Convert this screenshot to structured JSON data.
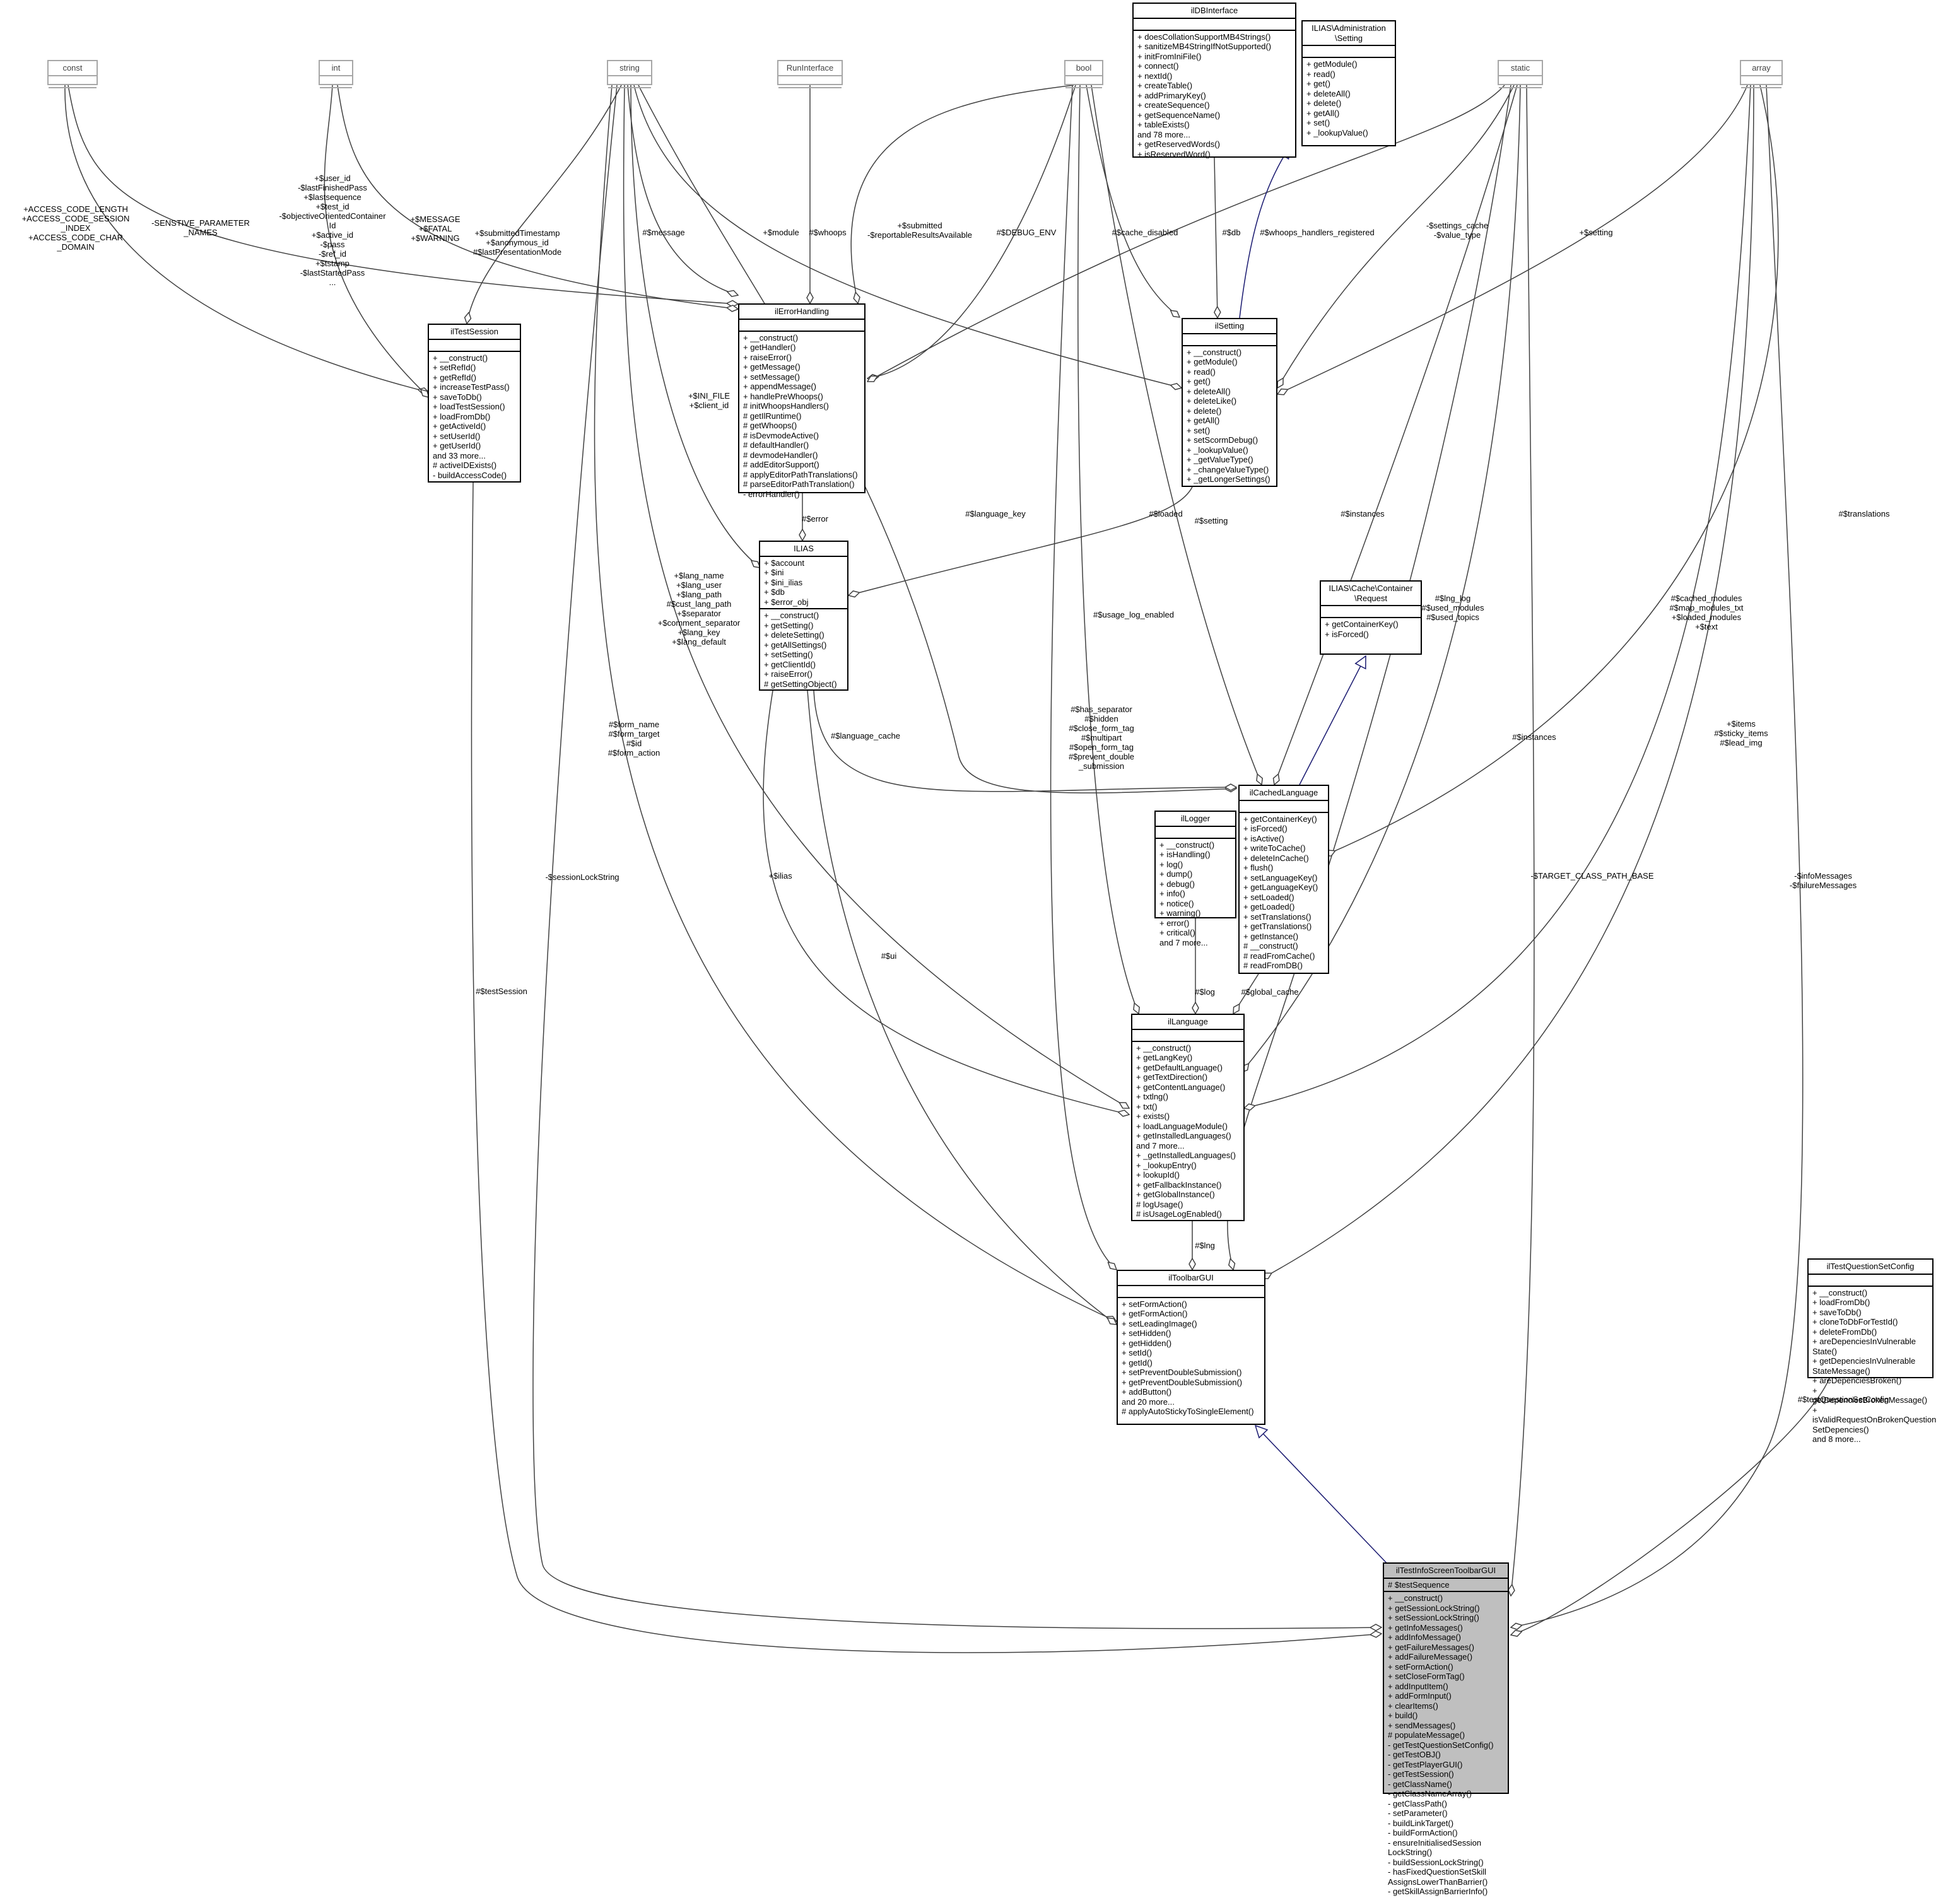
{
  "classes": {
    "const": {
      "title": "const",
      "attrs": "",
      "methods": ""
    },
    "int": {
      "title": "int",
      "attrs": "",
      "methods": ""
    },
    "string": {
      "title": "string",
      "attrs": "",
      "methods": ""
    },
    "runinterface": {
      "title": "RunInterface",
      "attrs": "",
      "methods": ""
    },
    "bool": {
      "title": "bool",
      "attrs": "",
      "methods": ""
    },
    "static": {
      "title": "static",
      "attrs": "",
      "methods": ""
    },
    "array": {
      "title": "array",
      "attrs": "",
      "methods": ""
    },
    "ildbinterface": {
      "title": "ilDBInterface",
      "attrs": "",
      "methods": "+ doesCollationSupportMB4Strings()\n+ sanitizeMB4StringIfNotSupported()\n+ initFromIniFile()\n+ connect()\n+ nextId()\n+ createTable()\n+ addPrimaryKey()\n+ createSequence()\n+ getSequenceName()\n+ tableExists()\nand 78 more...\n+ getReservedWords()\n+ isReservedWord()"
    },
    "adminsetting": {
      "title": "ILIAS\\Administration\n\\Setting",
      "attrs": "",
      "methods": "+ getModule()\n+ read()\n+ get()\n+ deleteAll()\n+ delete()\n+ getAll()\n+ set()\n+ _lookupValue()"
    },
    "iltestsession": {
      "title": "ilTestSession",
      "attrs": "",
      "methods": "+ __construct()\n+ setRefId()\n+ getRefId()\n+ increaseTestPass()\n+ saveToDb()\n+ loadTestSession()\n+ loadFromDb()\n+ getActiveId()\n+ setUserId()\n+ getUserId()\nand 33 more...\n# activeIDExists()\n- buildAccessCode()"
    },
    "ilerrorhandling": {
      "title": "ilErrorHandling",
      "attrs": "",
      "methods": "+ __construct()\n+ getHandler()\n+ raiseError()\n+ getMessage()\n+ setMessage()\n+ appendMessage()\n+ handlePreWhoops()\n# initWhoopsHandlers()\n# getIlRuntime()\n# getWhoops()\n# isDevmodeActive()\n# defaultHandler()\n# devmodeHandler()\n# addEditorSupport()\n# applyEditorPathTranslations()\n# parseEditorPathTranslation()\n- errorHandler()"
    },
    "ilsetting": {
      "title": "ilSetting",
      "attrs": "",
      "methods": "+ __construct()\n+ getModule()\n+ read()\n+ get()\n+ deleteAll()\n+ deleteLike()\n+ delete()\n+ getAll()\n+ set()\n+ setScormDebug()\n+ _lookupValue()\n+ _getValueType()\n+ _changeValueType()\n+ _getLongerSettings()"
    },
    "ilias": {
      "title": "ILIAS",
      "attrs": "+ $account\n+ $ini\n+ $ini_ilias\n+ $db\n+ $error_obj",
      "methods": "+ __construct()\n+ getSetting()\n+ deleteSetting()\n+ getAllSettings()\n+ setSetting()\n+ getClientId()\n+ raiseError()\n# getSettingObject()"
    },
    "cacherequest": {
      "title": "ILIAS\\Cache\\Container\n\\Request",
      "attrs": "",
      "methods": "+ getContainerKey()\n+ isForced()"
    },
    "ilcachedlanguage": {
      "title": "ilCachedLanguage",
      "attrs": "",
      "methods": "+ getContainerKey()\n+ isForced()\n+ isActive()\n+ writeToCache()\n+ deleteInCache()\n+ flush()\n+ setLanguageKey()\n+ getLanguageKey()\n+ setLoaded()\n+ getLoaded()\n+ setTranslations()\n+ getTranslations()\n+ getInstance()\n# __construct()\n# readFromCache()\n# readFromDB()"
    },
    "illogger": {
      "title": "ilLogger",
      "attrs": "",
      "methods": "+ __construct()\n+ isHandling()\n+ log()\n+ dump()\n+ debug()\n+ info()\n+ notice()\n+ warning()\n+ error()\n+ critical()\nand 7 more..."
    },
    "illanguage": {
      "title": "ilLanguage",
      "attrs": "",
      "methods": "+ __construct()\n+ getLangKey()\n+ getDefaultLanguage()\n+ getTextDirection()\n+ getContentLanguage()\n+ txtlng()\n+ txt()\n+ exists()\n+ loadLanguageModule()\n+ getInstalledLanguages()\nand 7 more...\n+ _getInstalledLanguages()\n+ _lookupEntry()\n+ lookupId()\n+ getFallbackInstance()\n+ getGlobalInstance()\n# logUsage()\n# isUsageLogEnabled()"
    },
    "iltoolbargui": {
      "title": "ilToolbarGUI",
      "attrs": "",
      "methods": "+ setFormAction()\n+ getFormAction()\n+ setLeadingImage()\n+ setHidden()\n+ getHidden()\n+ setId()\n+ getId()\n+ setPreventDoubleSubmission()\n+ getPreventDoubleSubmission()\n+ addButton()\nand 20 more...\n# applyAutoStickyToSingleElement()"
    },
    "iltestquestionsetconfig": {
      "title": "ilTestQuestionSetConfig",
      "attrs": "",
      "methods": "+ __construct()\n+ loadFromDb()\n+ saveToDb()\n+ cloneToDbForTestId()\n+ deleteFromDb()\n+ areDepenciesInVulnerable\nState()\n+ getDepenciesInVulnerable\nStateMessage()\n+ areDepenciesBroken()\n+ getDepenciesBrokenMessage()\n+ isValidRequestOnBrokenQuestion\nSetDepencies()\nand 8 more..."
    },
    "iltestinfoscreentoolbargui": {
      "title": "ilTestInfoScreenToolbarGUI",
      "attrs": "# $testSequence",
      "methods": "+ __construct()\n+ getSessionLockString()\n+ setSessionLockString()\n+ getInfoMessages()\n+ addInfoMessage()\n+ getFailureMessages()\n+ addFailureMessage()\n+ setFormAction()\n+ setCloseFormTag()\n+ addInputItem()\n+ addFormInput()\n+ clearItems()\n+ build()\n+ sendMessages()\n# populateMessage()\n- getTestQuestionSetConfig()\n- getTestOBJ()\n- getTestPlayerGUI()\n- getTestSession()\n- getClassName()\n- getClassNameArray()\n- getClassPath()\n- setParameter()\n- buildLinkTarget()\n- buildFormAction()\n- ensureInitialisedSession\nLockString()\n- buildSessionLockString()\n- hasFixedQuestionSetSkill\nAssignsLowerThanBarrier()\n- getSkillAssignBarrierInfo()"
    }
  },
  "edge_labels": {
    "const_session": "+ACCESS_CODE_LENGTH\n+ACCESS_CODE_SESSION\n_INDEX\n+ACCESS_CODE_CHAR\n_DOMAIN",
    "const_error": "-SENSTIVE_PARAMETER\n_NAMES",
    "int_session": "+$user_id\n-$lastFinishedPass\n+$lastsequence\n+$test_id\n-$objectiveOrientedContainer\nId\n+$active_id\n-$pass\n-$ref_id\n+$tstamp\n-$lastStartedPass\n...",
    "int_error": "+$MESSAGE\n+$FATAL\n+$WARNING",
    "string_session": "+$submittedTimestamp\n+$anonymous_id\n#$lastPresentationMode",
    "string_error": "#$message",
    "string_setting": "+$module",
    "string_ilias": "+$INI_FILE\n+$client_id",
    "string_language": "+$lang_name\n+$lang_user\n+$lang_path\n#$cust_lang_path\n+$separator\n+$comment_separator\n+$lang_key\n+$lang_default",
    "string_toolbar": "#$form_name\n#$form_target\n#$id\n#$form_action",
    "string_infoscreen": "-$sessionLockString",
    "run_error": "#$whoops",
    "bool_error1": "+$submitted\n-$reportableResultsAvailable",
    "bool_error2": "#$DEBUG_ENV",
    "bool_setting": "#$cache_disabled",
    "bool_cached": "#$loaded",
    "bool_language": "#$usage_log_enabled",
    "bool_toolbar": "#$has_separator\n#$hidden\n#$close_form_tag\n#$multipart\n#$open_form_tag\n#$prevent_double\n_submission",
    "db_setting": "#$db",
    "static_error": "#$whoops_handlers_registered",
    "static_setting": "-$settings_cache\n-$value_type",
    "static_cached": "#$instances",
    "static_language": "#$lng_log\n#$used_modules\n#$used_topics",
    "static_infoscreen": "#$instances",
    "array_setting": "+$setting",
    "array_cached": "#$translations",
    "array_language": "#$cached_modules\n#$map_modules_txt\n+$loaded_modules\n+$text",
    "array_toolbar": "+$items\n#$sticky_items\n#$lead_img",
    "array_infoscreen": "-$infoMessages\n-$failureMessages",
    "session_infoscreen": "#$testSession",
    "error_ilias": "#$error",
    "setting_ilias": "#$setting",
    "string_cached": "#$language_key",
    "ilias_cached": "#$language_cache",
    "ilias_language": "+$ilias",
    "ilias_toolbar": "#$ui",
    "cached_language": "#$global_cache",
    "logger_language": "#$log",
    "language_toolbar": "#$lng",
    "static_toolbar": "-$TARGET_CLASS_PATH_BASE",
    "qsc_infoscreen": "#$testQuestionSetConfig"
  }
}
